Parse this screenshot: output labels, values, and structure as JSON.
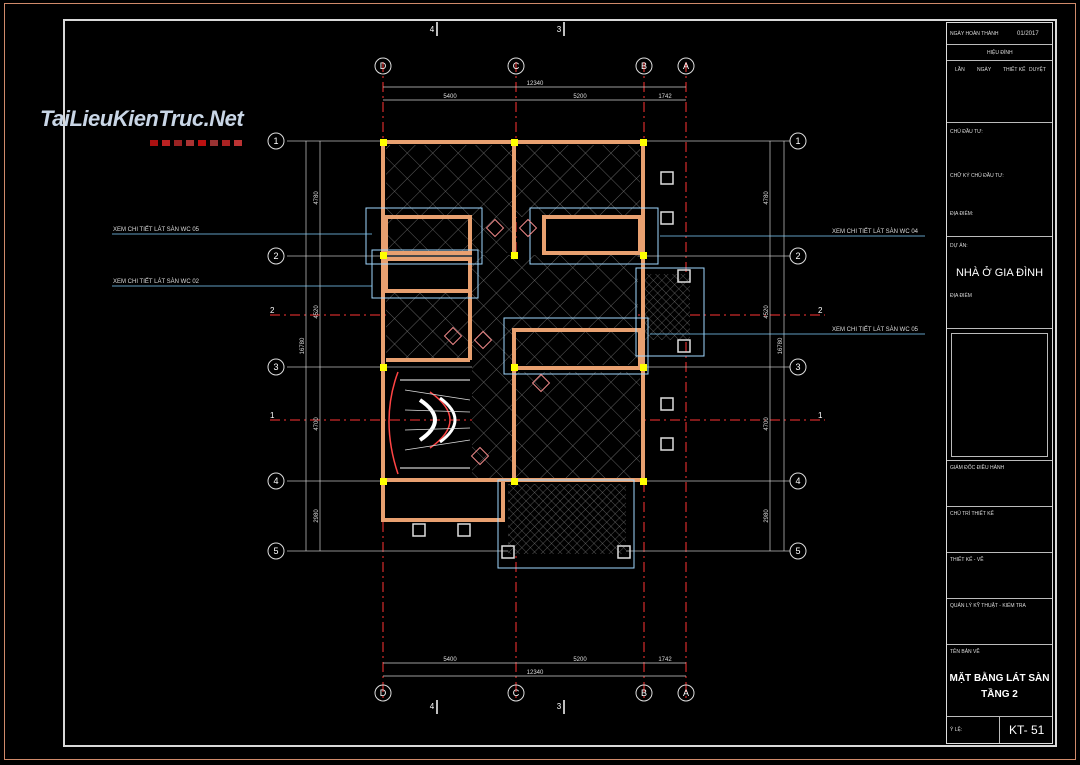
{
  "watermark": {
    "brand": "TaiLieuKienTruc.Net"
  },
  "grid": {
    "columns": [
      "D",
      "C",
      "B",
      "A"
    ],
    "rows": [
      "1",
      "2",
      "3",
      "4",
      "5"
    ],
    "section_marks": [
      "4",
      "3"
    ],
    "cut_lines": [
      "2",
      "1"
    ]
  },
  "dimensions": {
    "top_total": "12340",
    "top_segments": [
      "5400",
      "5200",
      "1742"
    ],
    "bottom_total": "12340",
    "bottom_segments": [
      "5400",
      "5200",
      "1742"
    ],
    "left_total": "16780",
    "left_segments": [
      "4780",
      "4520",
      "4700",
      "2980"
    ],
    "right_total": "16780",
    "right_segments": [
      "4780",
      "4520",
      "4700",
      "2980"
    ]
  },
  "callouts": {
    "left_top": "XEM CHI TIẾT LÁT SÀN WC 05",
    "left_bottom": "XEM CHI TIẾT LÁT SÀN WC 02",
    "right_top": "XEM CHI TIẾT LÁT SÀN WC 04",
    "right_bottom": "XEM CHI TIẾT LÁT SÀN WC 05"
  },
  "title_block": {
    "date_label": "NGÀY HOÀN THÀNH",
    "date_value": "01/2017",
    "revision_header": "HIỆU ĐÍNH",
    "revision_cols": [
      "LẦN",
      "NGÀY",
      "THIẾT KẾ",
      "DUYỆT"
    ],
    "owner_label": "CHỦ ĐẦU TƯ:",
    "owner_sign_label": "CHỮ KÝ CHỦ ĐẦU TƯ:",
    "location_label": "ĐỊA ĐIỂM:",
    "project_label": "DỰ ÁN:",
    "project_name": "NHÀ Ở GIA ĐÌNH",
    "project_location_label": "ĐỊA ĐIỂM",
    "director_label": "GIÁM ĐỐC ĐIỀU HÀNH",
    "lead_design_label": "CHỦ TRÌ THIẾT KẾ",
    "design_label": "THIẾT KẾ - VẼ",
    "qa_label": "QUẢN LÝ KỸ THUẬT - KIỂM TRA",
    "sheet_title_label": "TÊN BẢN VẼ",
    "sheet_title_line1": "MẶT BẰNG LÁT SÀN",
    "sheet_title_line2": "TẦNG 2",
    "scale_label": "Ỷ LỆ:",
    "sheet_code": "KT- 51"
  },
  "colors": {
    "background": "#000000",
    "wall": "#e8a070",
    "column": "#ffff00",
    "axis": "#ff3333",
    "dimension": "#d0d0d0",
    "tile_hatch": "#8a8a8a",
    "callout_line": "#7fd0ff"
  }
}
